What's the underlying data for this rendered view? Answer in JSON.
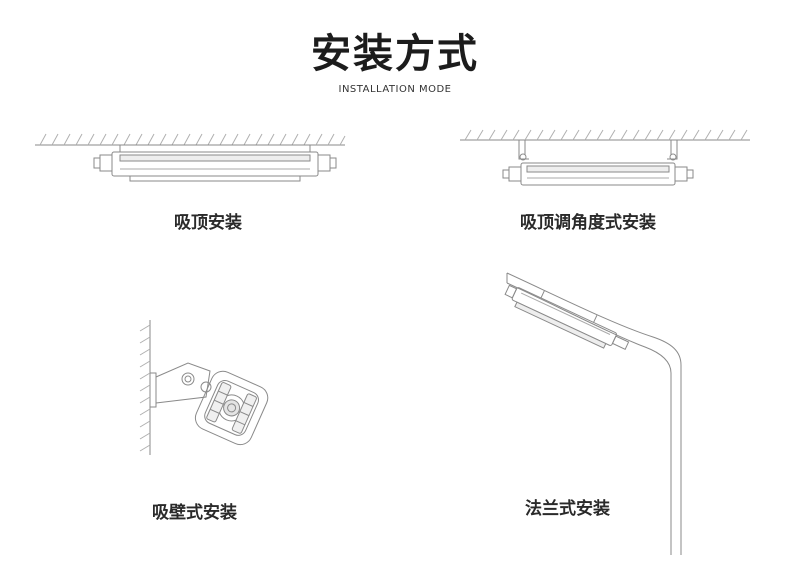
{
  "header": {
    "title": "安装方式",
    "subtitle": "INSTALLATION MODE"
  },
  "methods": [
    {
      "label": "吸顶安装"
    },
    {
      "label": "吸顶调角度式安装"
    },
    {
      "label": "吸壁式安装"
    },
    {
      "label": "法兰式安装"
    }
  ],
  "colors": {
    "line": "#8a8a8a",
    "text": "#2a2a2a"
  }
}
